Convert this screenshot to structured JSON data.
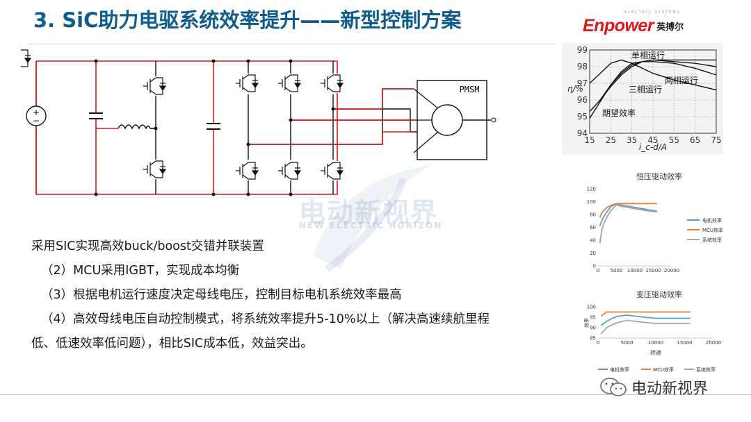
{
  "title": "3. SiC助力电驱系统效率提升——新型控制方案",
  "logo": {
    "main": "Enpower",
    "sub": "英搏尔",
    "tiny": "ELECTRIC SYSTEMS"
  },
  "circuit": {
    "motor_label": "PMSM"
  },
  "body_lines": [
    "采用SIC实现高效buck/boost交错并联装置",
    "（2）MCU采用IGBT，实现成本均衡",
    "（3）根据电机运行速度决定母线电压，控制目标电机系统效率最高",
    "（4）高效母线电压自动控制模式，将系统效率提升5-10%以上（解决高速续航里程",
    "低、低速效率低问题），相比SIC成本低，效益突出。"
  ],
  "watermark": {
    "text": "电动新视界",
    "sub": "NEW ELECTRIC HORIZON"
  },
  "brand": {
    "text": "电动新视界",
    "icon": "wechat-icon"
  },
  "chart_data": [
    {
      "type": "line",
      "title": "",
      "xlabel": "i_c-d/A",
      "ylabel": "η/%",
      "xlim": [
        15,
        75
      ],
      "ylim": [
        94,
        99
      ],
      "x_ticks": [
        "15",
        "25",
        "35",
        "45",
        "55",
        "65",
        "75"
      ],
      "y_ticks": [
        "94",
        "95",
        "96",
        "97",
        "98",
        "99"
      ],
      "grid": true,
      "annotations": [
        "单相运行",
        "两相运行",
        "三相运行",
        "期望效率"
      ],
      "series": [
        {
          "name": "单相运行",
          "x": [
            15,
            20,
            25,
            30,
            35,
            45,
            55,
            65,
            75
          ],
          "y": [
            97.0,
            97.6,
            98.2,
            98.4,
            98.2,
            97.6,
            97.2,
            96.9,
            96.6
          ]
        },
        {
          "name": "三相运行",
          "x": [
            15,
            20,
            25,
            30,
            35,
            40,
            45,
            55,
            65,
            75
          ],
          "y": [
            95.3,
            96.0,
            96.8,
            97.5,
            98.0,
            98.3,
            98.4,
            98.3,
            98.2,
            98.0
          ]
        },
        {
          "name": "两相运行",
          "x": [
            20,
            25,
            30,
            35,
            40,
            45,
            55,
            65,
            75
          ],
          "y": [
            96.0,
            96.9,
            97.6,
            98.1,
            98.3,
            98.3,
            98.2,
            97.9,
            97.5
          ]
        },
        {
          "name": "期望效率",
          "x": [
            15,
            20,
            25,
            30,
            35,
            40,
            45,
            55,
            65,
            75
          ],
          "y": [
            94.9,
            95.9,
            96.9,
            97.7,
            98.2,
            98.3,
            98.4,
            98.4,
            98.4,
            98.4
          ]
        }
      ]
    },
    {
      "type": "line",
      "title": "恒压驱动效率",
      "xlabel": "",
      "ylabel": "",
      "xlim": [
        0,
        20000
      ],
      "ylim": [
        0,
        120
      ],
      "x_ticks": [
        "0",
        "5000",
        "10000",
        "15000",
        "20000"
      ],
      "y_ticks": [
        "0",
        "20",
        "40",
        "60",
        "80",
        "100",
        "120"
      ],
      "legend": "right",
      "series": [
        {
          "name": "电机效率",
          "color": "#5b9bd5",
          "x": [
            500,
            1000,
            1500,
            2500,
            3500,
            5000,
            6000,
            8000,
            10000,
            12000,
            14000,
            16000
          ],
          "y": [
            62,
            70,
            76,
            85,
            92,
            97,
            95,
            93,
            91,
            89,
            87,
            85
          ]
        },
        {
          "name": "MCU效率",
          "color": "#ed7d31",
          "x": [
            500,
            1000,
            1500,
            2500,
            3500,
            5000,
            6000,
            8000,
            10000,
            12000,
            14000,
            16000
          ],
          "y": [
            75,
            82,
            86,
            91,
            94,
            97,
            97,
            97,
            97,
            97,
            97,
            97
          ]
        },
        {
          "name": "系统效率",
          "color": "#a5a5a5",
          "x": [
            500,
            1000,
            1500,
            2500,
            3500,
            5000,
            6000,
            8000,
            10000,
            12000,
            14000,
            16000
          ],
          "y": [
            35,
            55,
            65,
            77,
            86,
            95,
            93,
            91,
            89,
            87,
            85,
            84
          ]
        }
      ]
    },
    {
      "type": "line",
      "title": "变压驱动效率",
      "xlabel": "转速",
      "ylabel": "效率",
      "xlim": [
        0,
        20000
      ],
      "ylim": [
        85,
        100
      ],
      "x_ticks": [
        "0",
        "5000",
        "10000",
        "15000",
        "20000"
      ],
      "y_ticks": [
        "85",
        "90",
        "95",
        "100"
      ],
      "legend": "bottom",
      "series": [
        {
          "name": "电机效率",
          "color": "#5b9bd5",
          "x": [
            500,
            1500,
            2500,
            3500,
            5000,
            6500,
            8000,
            10000,
            12000,
            14000,
            16000
          ],
          "y": [
            91,
            93,
            94.5,
            95.5,
            96,
            95.5,
            95,
            94.5,
            94.5,
            94.5,
            94.5
          ]
        },
        {
          "name": "MCU效率",
          "color": "#ed7d31",
          "x": [
            500,
            1500,
            2500,
            3500,
            5000,
            6500,
            8000,
            10000,
            12000,
            14000,
            16000
          ],
          "y": [
            95.5,
            97.5,
            97.5,
            97.5,
            97.5,
            97.5,
            97.5,
            97.5,
            97.5,
            97.5,
            97.5
          ]
        },
        {
          "name": "系统效率",
          "color": "#a5a5a5",
          "x": [
            500,
            1500,
            2500,
            3500,
            5000,
            6500,
            8000,
            10000,
            12000,
            14000,
            16000
          ],
          "y": [
            87,
            90,
            91.5,
            92.5,
            93.5,
            93,
            92.5,
            92,
            92,
            92,
            92
          ]
        }
      ]
    }
  ]
}
